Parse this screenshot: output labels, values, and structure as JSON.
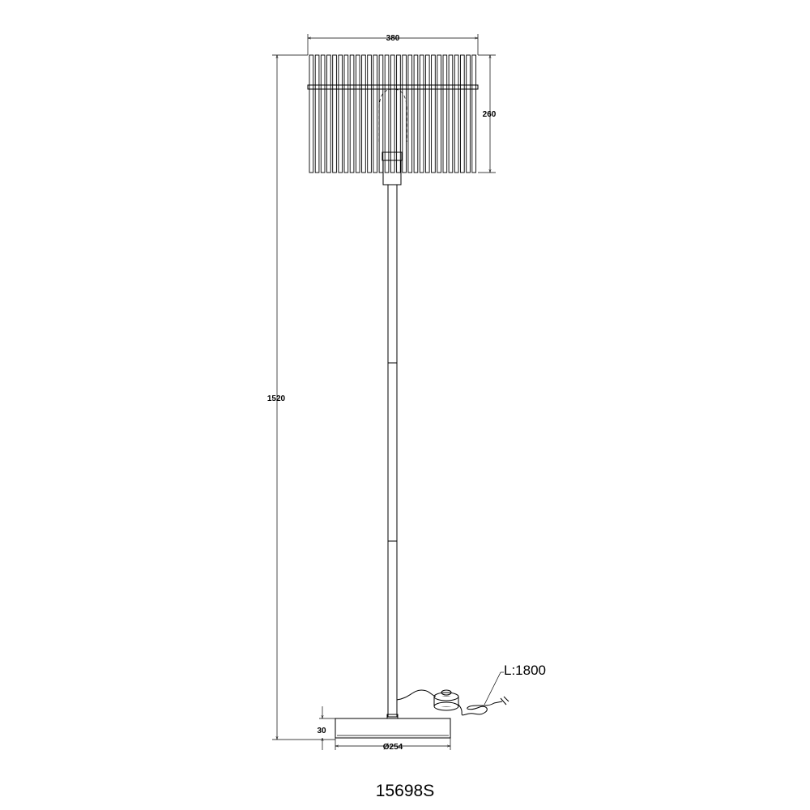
{
  "dimensions": {
    "shade_width": "380",
    "shade_height": "260",
    "total_height": "1520",
    "base_height": "30",
    "base_diameter": "Ø254",
    "cable_length": "L:1800"
  },
  "product_code": "15698S"
}
